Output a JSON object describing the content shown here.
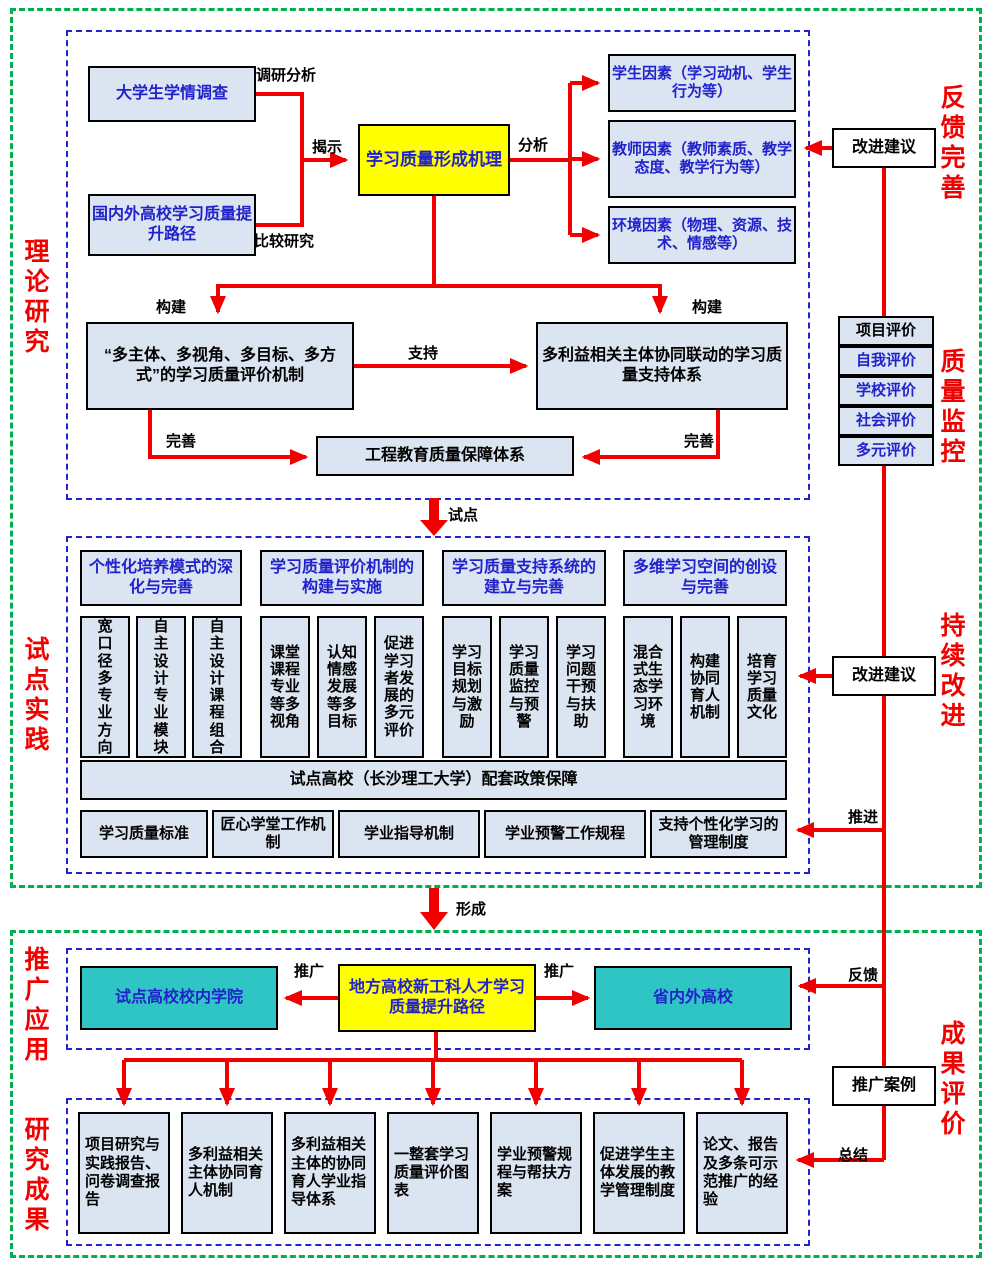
{
  "left_rail": {
    "labels": [
      "理论研究",
      "试点实践",
      "推广应用",
      "研究成果"
    ]
  },
  "right_rail": {
    "labels": [
      "反馈完善",
      "质量监控",
      "持续改进",
      "成果评价"
    ],
    "improve_top": "改进建议",
    "improve_mid": "改进建议",
    "promo_case": "推广案例",
    "eval_stack": [
      "项目评价",
      "自我评价",
      "学校评价",
      "社会评价",
      "多元评价"
    ],
    "arrow_labels": {
      "tuijin": "推进",
      "fankui": "反馈",
      "zongjie": "总结"
    }
  },
  "theory": {
    "survey": "大学生学情调查",
    "domestic_paths": "国内外高校学习质量提升路径",
    "mechanism": "学习质量形成机理",
    "factors": [
      "学生因素（学习动机、学生行为等）",
      "教师因素（教师素质、教学态度、教学行为等）",
      "环境因素（物理、资源、技术、情感等）"
    ],
    "eval_mechanism": "“多主体、多视角、多目标、多方式”的学习质量评价机制",
    "support_system": "多利益相关主体协同联动的学习质量支持体系",
    "assurance": "工程教育质量保障体系",
    "labels": {
      "survey_analysis": "调研分析",
      "reveal": "揭示",
      "compare": "比较研究",
      "analyze": "分析",
      "build_left": "构建",
      "build_right": "构建",
      "support": "支持",
      "improve_left": "完善",
      "improve_right": "完善"
    }
  },
  "pilot": {
    "arrow_label": "试点",
    "columns": [
      {
        "header": "个性化培养模式的深化与完善",
        "items": [
          "宽口径多专业方向",
          "自主设计专业模块",
          "自主设计课程组合"
        ]
      },
      {
        "header": "学习质量评价机制的构建与实施",
        "items": [
          "课堂课程专业等多视角",
          "认知情感发展等多目标",
          "促进学习者发展的多元评价"
        ]
      },
      {
        "header": "学习质量支持系统的建立与完善",
        "items": [
          "学习目标规划与激励",
          "学习质量监控与预警",
          "学习问题干预与扶助"
        ]
      },
      {
        "header": "多维学习空间的创设与完善",
        "items": [
          "混合式生态学习环境",
          "构建协同育人机制",
          "培育学习质量文化"
        ]
      }
    ],
    "policy": "试点高校（长沙理工大学）配套政策保障",
    "measures": [
      "学习质量标准",
      "匠心学堂工作机制",
      "学业指导机制",
      "学业预警工作规程",
      "支持个性化学习的管理制度"
    ]
  },
  "promotion": {
    "arrow_label": "形成",
    "pilot_colleges": "试点高校校内学院",
    "core": "地方高校新工科人才学习质量提升路径",
    "other_universities": "省内外高校",
    "spread_left": "推广",
    "spread_right": "推广"
  },
  "results": {
    "items": [
      "项目研究与实践报告、问卷调查报告",
      "多利益相关主体协同育人机制",
      "多利益相关主体的协同育人学业指导体系",
      "一整套学习质量评价图表",
      "学业预警规程与帮扶方案",
      "促进学生主体发展的教学管理制度",
      "论文、报告及多条可示范推广的经验"
    ]
  },
  "colors": {
    "box_bg": "#dbe5f1",
    "blue_text": "#2222cc",
    "arrow_red": "#f20000",
    "yellow": "#ffff00",
    "cyan": "#2fc5c5",
    "green_frame": "#00b050",
    "blue_frame": "#2222d0"
  }
}
